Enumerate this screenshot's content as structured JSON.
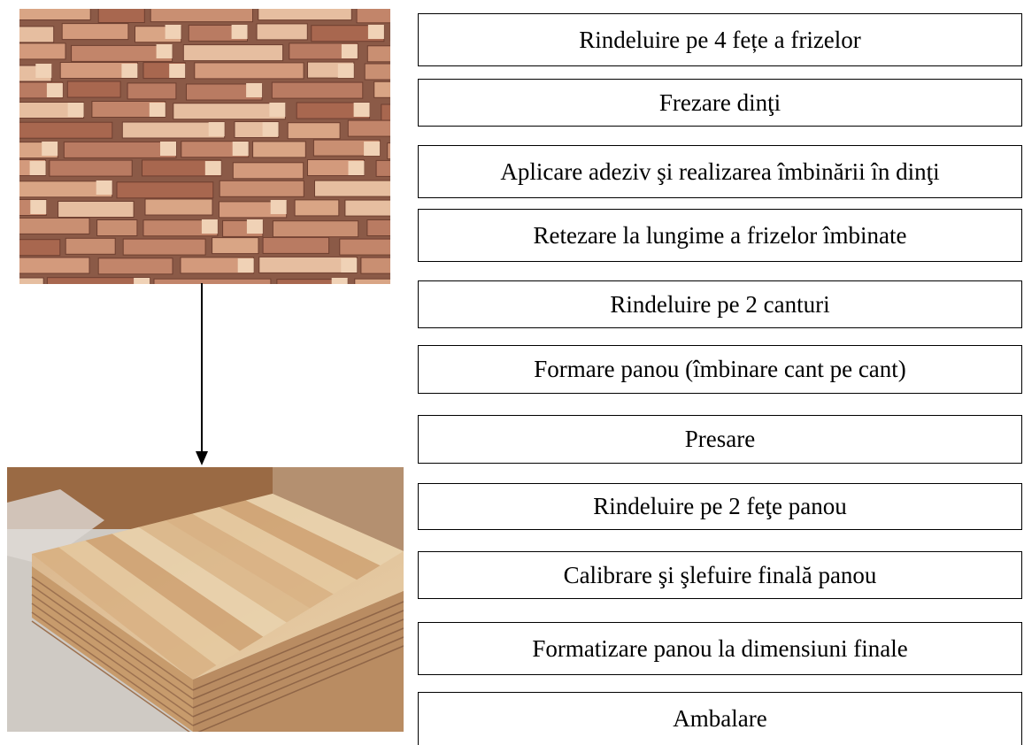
{
  "process_steps": [
    "Rindeluire pe 4 fețe a frizelor",
    "Frezare dinţi",
    "Aplicare adeziv şi realizarea îmbinării în dinţi",
    "Retezare la lungime a frizelor îmbinate",
    "Rindeluire pe 2 canturi",
    "Formare panou (îmbinare cant pe cant)",
    "Presare",
    "Rindeluire pe 2 feţe panou",
    "Calibrare şi şlefuire finală panou",
    "Formatizare panou la dimensiuni finale",
    "Ambalare"
  ],
  "images": {
    "top": "stacked-wood-friezes-photo",
    "bottom": "finished-finger-jointed-panel-photo"
  },
  "colors": {
    "border": "#000000",
    "wood_dark": "#8a5a45",
    "wood_light": "#e3c39c"
  }
}
